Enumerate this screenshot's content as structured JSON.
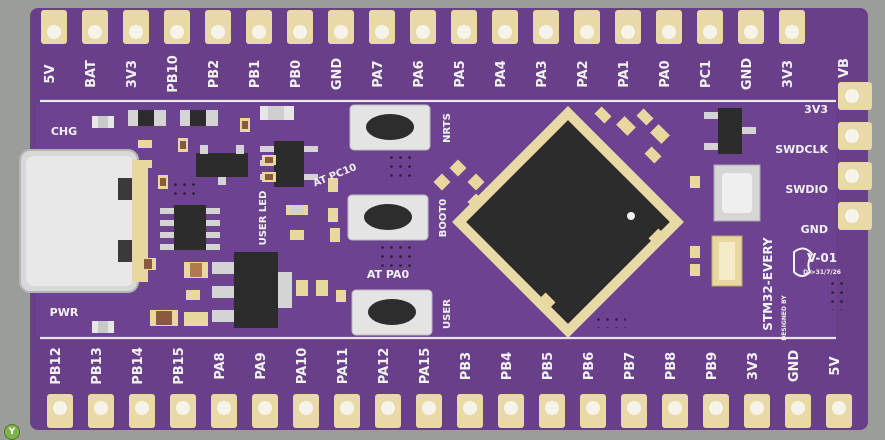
{
  "board": {
    "top_pins": [
      "5V",
      "BAT",
      "3V3",
      "PB10",
      "PB2",
      "PB1",
      "PB0",
      "GND",
      "PA7",
      "PA6",
      "PA5",
      "PA4",
      "PA3",
      "PA2",
      "PA1",
      "PA0",
      "PC1",
      "GND",
      "3V3",
      "VB"
    ],
    "bottom_pins": [
      "PB12",
      "PB13",
      "PB14",
      "PB15",
      "PA8",
      "PA9",
      "PA10",
      "PA11",
      "PA12",
      "PA15",
      "PB3",
      "PB4",
      "PB5",
      "PB6",
      "PB7",
      "PB8",
      "PB9",
      "3V3",
      "GND",
      "5V"
    ],
    "swd_pins": [
      "3V3",
      "SWDCLK",
      "SWDIO",
      "GND"
    ],
    "silk": {
      "chg": "CHG",
      "pwr": "PWR",
      "nrts": "NRTS",
      "boot0": "BOOT0",
      "user": "USER",
      "at_pa0": "AT PA0",
      "user_led": "USER LED",
      "at_pc10": "AT PC10",
      "title": "STM32-EVERY",
      "version": "V-01",
      "date": "D->31/7/26",
      "designed_by": "DESIGNED BY"
    },
    "colors": {
      "pcb": "#6a3f8a",
      "silkscreen": "#f2f2f2",
      "pad": "#e9d9a6",
      "ic": "#2c2c2c",
      "background": "#9a9d98"
    }
  },
  "status_indicator": "Y"
}
